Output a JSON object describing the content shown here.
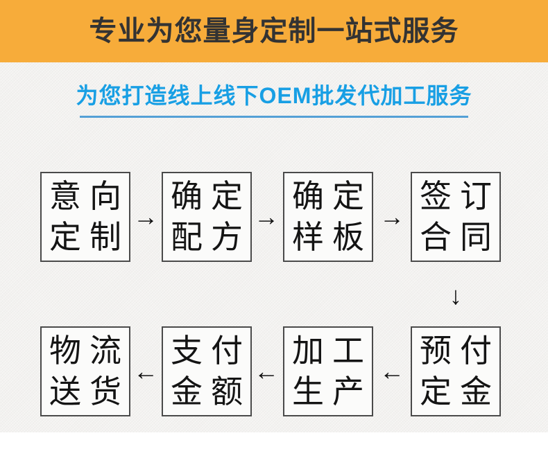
{
  "banner": {
    "title": "专业为您量身定制一站式服务",
    "bg_color": "#f7ac3a",
    "text_color": "#333333"
  },
  "subtitle": {
    "text": "为您打造线上线下OEM批发代加工服务",
    "text_color": "#189fe4",
    "underline_color": "#54a0d6"
  },
  "flow": {
    "arrows": {
      "right": "→",
      "down": "↓",
      "left": "←"
    },
    "box_border_color": "#4a4a4a",
    "row1": [
      {
        "line1": "意向",
        "line2": "定制"
      },
      {
        "line1": "确定",
        "line2": "配方"
      },
      {
        "line1": "确定",
        "line2": "样板"
      },
      {
        "line1": "签订",
        "line2": "合同"
      }
    ],
    "row2": [
      {
        "line1": "物流",
        "line2": "送货"
      },
      {
        "line1": "支付",
        "line2": "金额"
      },
      {
        "line1": "加工",
        "line2": "生产"
      },
      {
        "line1": "预付",
        "line2": "定金"
      }
    ]
  }
}
